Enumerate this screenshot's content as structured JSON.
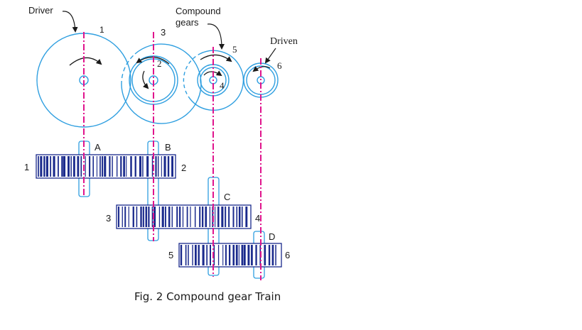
{
  "labels": {
    "driver": "Driver",
    "compound_line1": "Compound",
    "compound_line2": "gears",
    "driven": "Driven",
    "gear1": "1",
    "gear2": "2",
    "gear3": "3",
    "gear4": "4",
    "gear5": "5",
    "gear6": "6",
    "shaft_a": "A",
    "shaft_b": "B",
    "shaft_c": "C",
    "shaft_d": "D",
    "side_1": "1",
    "side_2": "2",
    "side_3": "3",
    "side_4": "4",
    "side_5": "5",
    "side_6": "6"
  },
  "caption": "Fig. 2 Compound gear  Train",
  "colors": {
    "gear_outline": "#2f9fe0",
    "shaft_centerline": "#e0148c",
    "gear_teeth": "#1a2a8c",
    "text": "#1a1a1a"
  }
}
